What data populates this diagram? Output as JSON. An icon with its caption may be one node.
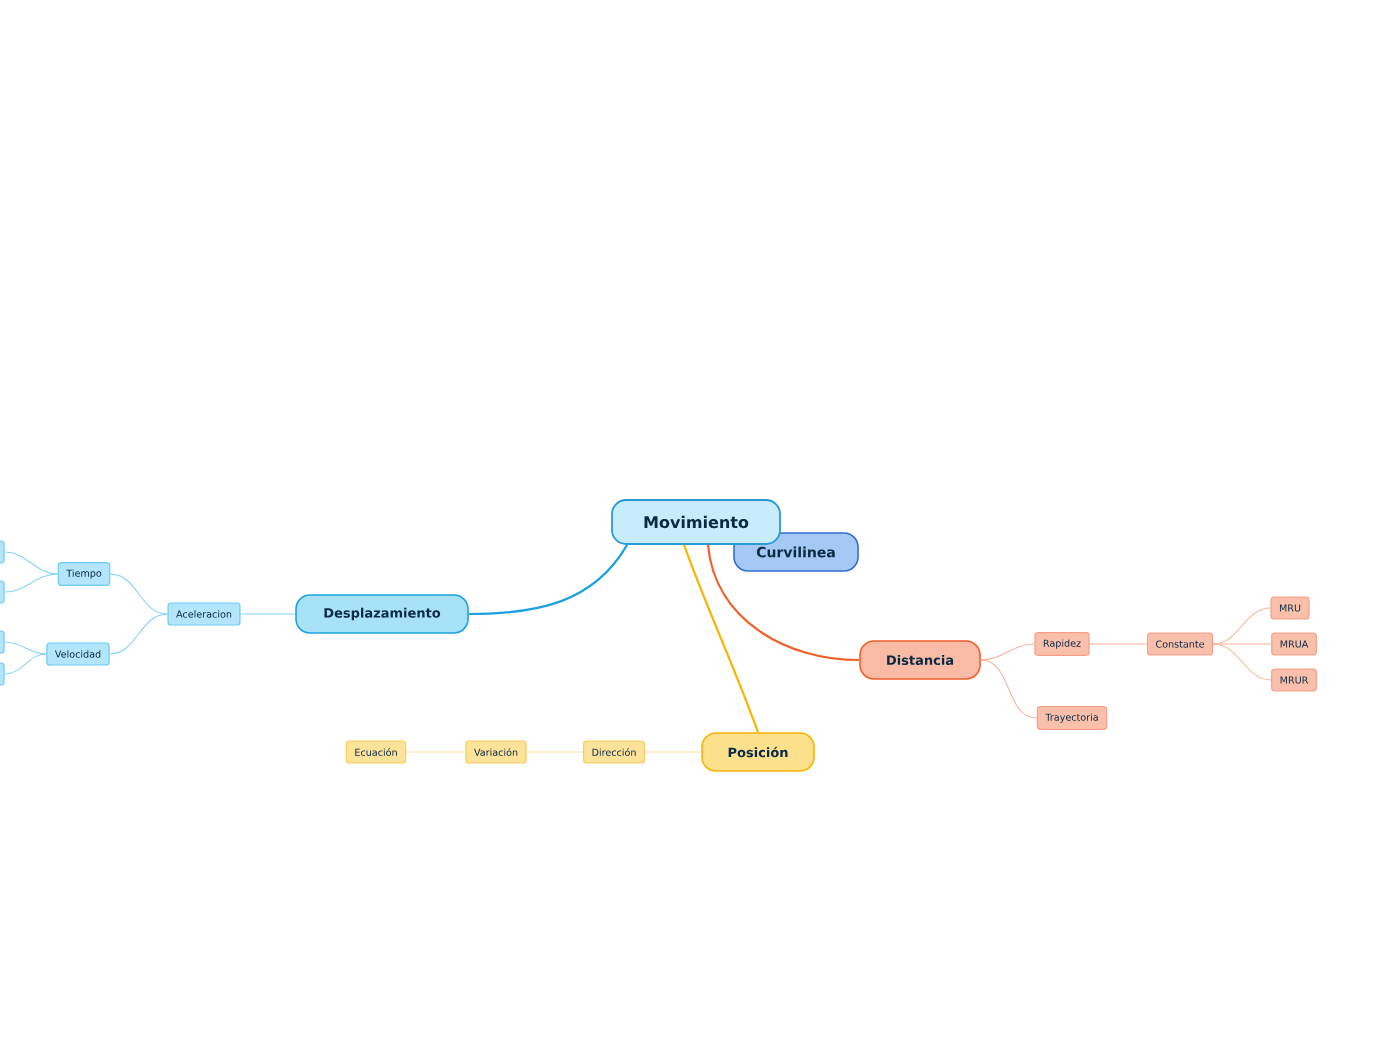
{
  "diagram": {
    "nodes": [
      {
        "text": [
          "Movimiento"
        ]
      },
      {
        "text": [
          "Curvilinea"
        ]
      },
      {
        "text": [
          "Desplazamiento"
        ]
      },
      {
        "text": [
          "Aceleracion"
        ]
      },
      {
        "text": [
          "Tiempo"
        ]
      },
      {
        "text": [
          "Velocidad"
        ]
      },
      {
        "text": [],
        "shape": "box"
      },
      {
        "text": [],
        "shape": "box"
      },
      {
        "text": [],
        "shape": "box"
      },
      {
        "text": [],
        "shape": "box"
      },
      {
        "text": [
          "Distancia"
        ]
      },
      {
        "text": [
          "Rapidez"
        ]
      },
      {
        "text": [
          "Trayectoria"
        ]
      },
      {
        "text": [
          "Constante"
        ]
      },
      {
        "text": [
          "MRU"
        ]
      },
      {
        "text": [
          "MRUA"
        ]
      },
      {
        "text": [
          "MRUR"
        ]
      },
      {
        "text": [
          "Posición"
        ]
      },
      {
        "text": [
          "Dirección"
        ]
      },
      {
        "text": [
          "Variación"
        ]
      },
      {
        "text": [
          "Ecuación"
        ]
      }
    ],
    "edges": [
      {
        "from": 0,
        "to": 2,
        "arrow": "none",
        "color": "#1aa3e0"
      },
      {
        "from": 2,
        "to": 3,
        "arrow": "none",
        "color": "#81d4fa"
      },
      {
        "from": 3,
        "to": 4,
        "arrow": "none",
        "color": "#81d4fa"
      },
      {
        "from": 3,
        "to": 5,
        "arrow": "none",
        "color": "#81d4fa"
      },
      {
        "from": 4,
        "to": 6,
        "arrow": "none",
        "color": "#81d4fa"
      },
      {
        "from": 4,
        "to": 7,
        "arrow": "none",
        "color": "#81d4fa"
      },
      {
        "from": 5,
        "to": 8,
        "arrow": "none",
        "color": "#81d4fa"
      },
      {
        "from": 5,
        "to": 9,
        "arrow": "none",
        "color": "#81d4fa"
      },
      {
        "from": 0,
        "to": 10,
        "arrow": "none",
        "color": "#f0602a"
      },
      {
        "from": 10,
        "to": 11,
        "arrow": "none",
        "color": "#f9b09a"
      },
      {
        "from": 10,
        "to": 12,
        "arrow": "none",
        "color": "#f9b09a"
      },
      {
        "from": 11,
        "to": 13,
        "arrow": "none",
        "color": "#f9b09a"
      },
      {
        "from": 13,
        "to": 14,
        "arrow": "none",
        "color": "#f9b09a"
      },
      {
        "from": 13,
        "to": 15,
        "arrow": "none",
        "color": "#f9b09a"
      },
      {
        "from": 13,
        "to": 16,
        "arrow": "none",
        "color": "#f9b09a"
      },
      {
        "from": 0,
        "to": 17,
        "arrow": "none",
        "color": "#f7b500"
      },
      {
        "from": 17,
        "to": 18,
        "arrow": "none",
        "color": "#fde29a"
      },
      {
        "from": 18,
        "to": 19,
        "arrow": "none",
        "color": "#fde29a"
      },
      {
        "from": 19,
        "to": 20,
        "arrow": "none",
        "color": "#fde29a"
      }
    ]
  }
}
